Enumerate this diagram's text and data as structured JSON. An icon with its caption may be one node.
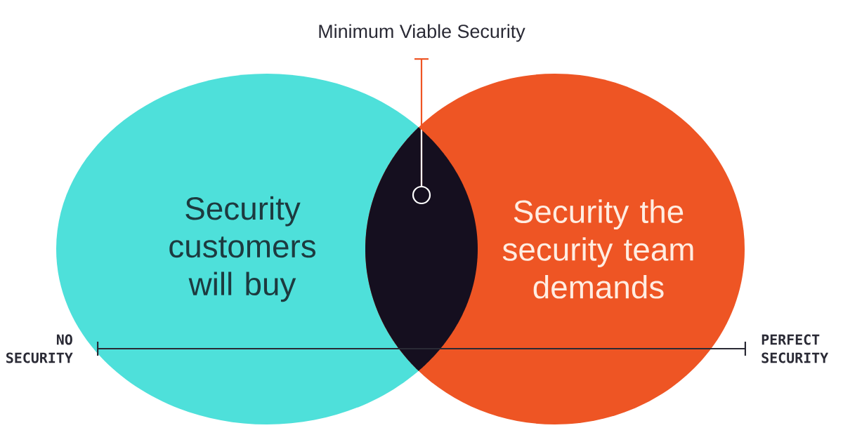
{
  "diagram": {
    "title": "Minimum Viable Security",
    "nodes": [
      {
        "text": [
          "Security customers will buy"
        ]
      },
      {
        "text": [
          "Security the security team demands"
        ]
      },
      {
        "text": [],
        "shape": "lens"
      }
    ],
    "edges": [
      {
        "from": null,
        "to": 2,
        "arrow": "other"
      }
    ],
    "labels": [
      "NO SECURITY",
      "PERFECT SECURITY"
    ]
  }
}
